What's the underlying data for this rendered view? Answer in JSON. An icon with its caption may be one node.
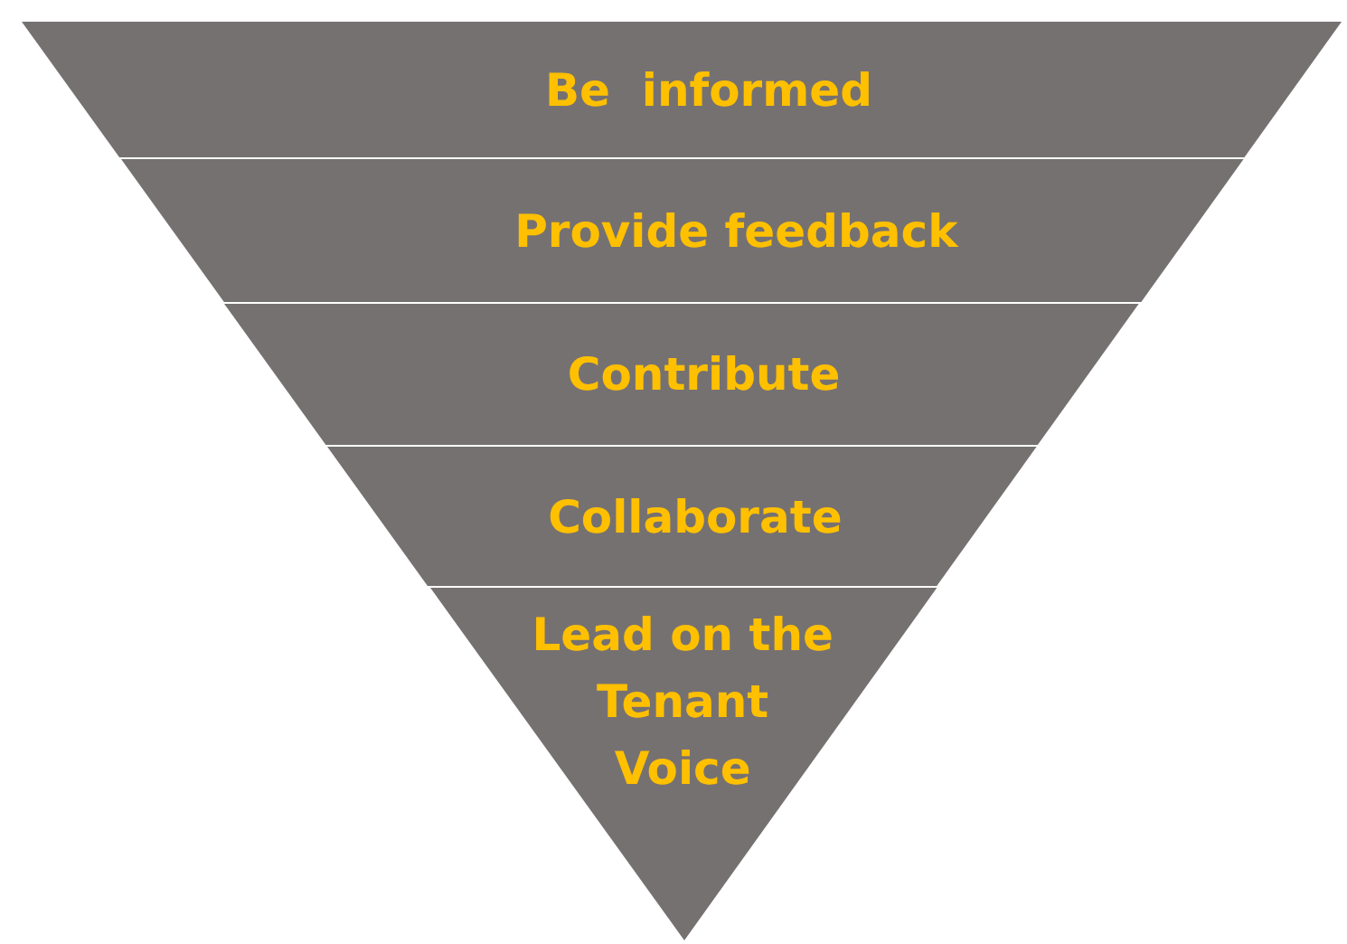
{
  "diagram": {
    "nodes": [
      {
        "text": [
          "Be  informed"
        ]
      },
      {
        "text": [
          "Provide feedback"
        ]
      },
      {
        "text": [
          "Contribute"
        ]
      },
      {
        "text": [
          "Collaborate"
        ]
      },
      {
        "text": [
          "Lead on the Tenant Voice"
        ]
      }
    ]
  }
}
